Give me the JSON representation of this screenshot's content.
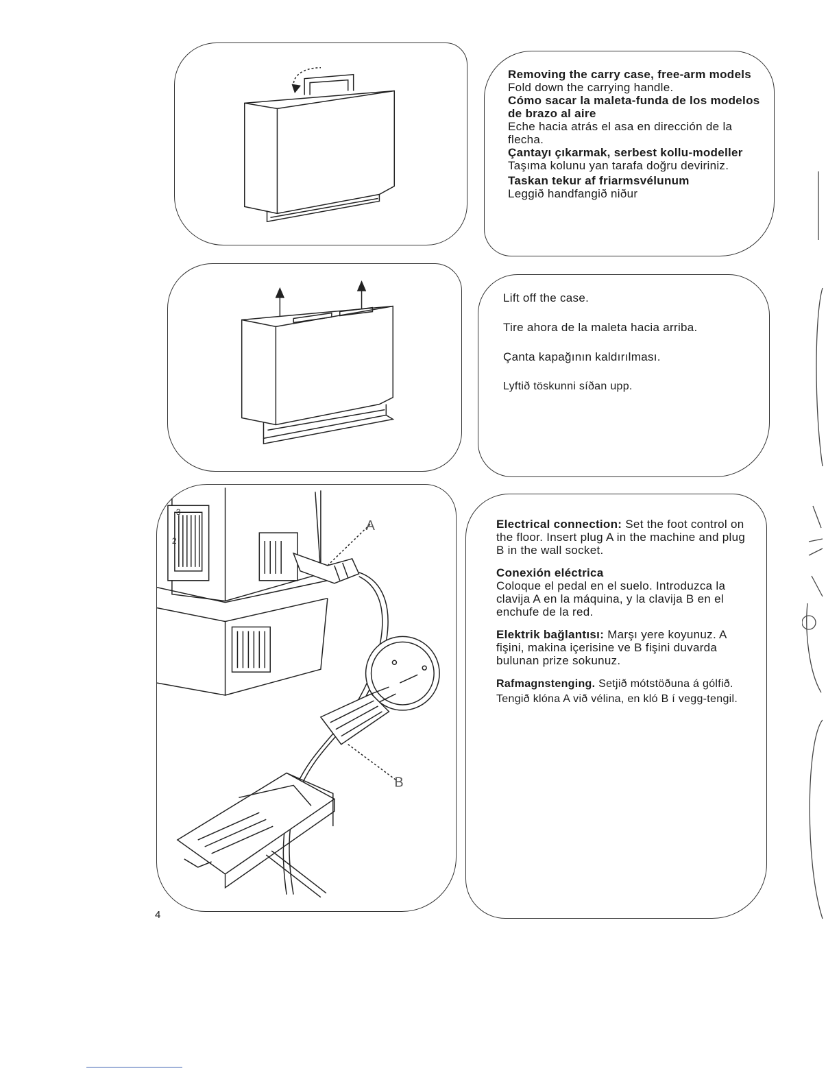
{
  "panel1": {
    "title_en": "Removing the carry case, free-arm models",
    "body_en": "Fold down the carrying handle.",
    "title_es": "Cómo sacar la maleta-funda de los modelos de brazo al aire",
    "body_es": "Eche hacia atrás el asa en dirección de la flecha.",
    "title_tr": "Çantayı çıkarmak, serbest kollu-modeller",
    "body_tr": "Taşıma kolunu yan tarafa doğru deviriniz.",
    "title_is": "Taskan tekur af friarmsvélunum",
    "body_is": "Leggið handfangið niður"
  },
  "panel2": {
    "line_en": "Lift off the case.",
    "line_es": "Tire ahora de la maleta hacia arriba.",
    "line_tr": "Çanta kapağının kaldırılması.",
    "line_is": "Lyftið töskunni síðan upp."
  },
  "panel3": {
    "title_en": "Electrical connection:",
    "body_en": "Set the foot control on the floor. Insert plug A in the machine and plug B in the wall socket.",
    "title_es": "Conexión eléctrica",
    "body_es": "Coloque el pedal en el suelo. Introduzca la clavija A en la máquina, y la clavija B en el enchufe de la red.",
    "title_tr": "Elektrik bağlantısı:",
    "body_tr": "Marşı yere koyunuz. A fişini, makina içerisine ve B fişini duvarda bulunan prize sokunuz.",
    "title_is": "Rafmagnstenging.",
    "body_is": "Setjið mótstöðuna á gólfið. Tengið klóna A við vélina, en kló B í vegg-tengil."
  },
  "figure": {
    "label_a": "A",
    "label_b": "B",
    "dial_3": "3",
    "dial_2": "2"
  },
  "page_number": "4"
}
